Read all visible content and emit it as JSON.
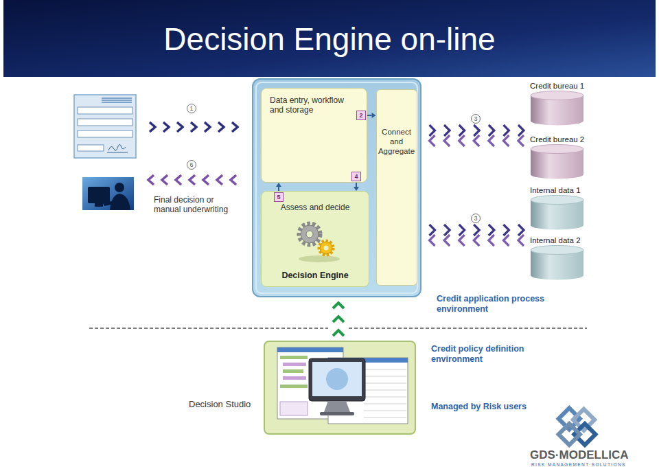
{
  "diagram": {
    "title": "Decision Engine on-line",
    "nodes": [
      {
        "text": [
          "Data entry, workflow and storage"
        ]
      },
      {
        "text": [
          "Connect and Aggregate"
        ]
      },
      {
        "text": [
          "Assess and decide",
          "Decision Engine"
        ]
      },
      {
        "text": [
          "Credit bureau 1"
        ]
      },
      {
        "text": [
          "Credit bureau 2"
        ]
      },
      {
        "text": [
          "Internal data 1"
        ]
      },
      {
        "text": [
          "Internal data 2"
        ]
      },
      {
        "text": [
          "Decision Studio"
        ]
      }
    ],
    "edges": [
      {
        "from": 0,
        "to": 1,
        "arrow": "to",
        "label": "2"
      },
      {
        "from": 0,
        "to": 2,
        "arrow": "to",
        "label": "4"
      },
      {
        "from": 2,
        "to": 0,
        "arrow": "to",
        "label": "5"
      },
      {
        "from": 1,
        "to": 4,
        "arrow": "both"
      },
      {
        "from": 1,
        "to": 6,
        "arrow": "both"
      },
      {
        "from": 7,
        "to": 2,
        "arrow": "to"
      }
    ],
    "labels": [
      "1",
      "3",
      "6",
      "Final decision or manual underwriting",
      "3",
      "Credit application process environment",
      "Credit policy definition environment",
      "Managed by Risk users",
      "GDS·MODELLICA",
      "RISK MANAGEMENT SOLUTIONS"
    ]
  }
}
